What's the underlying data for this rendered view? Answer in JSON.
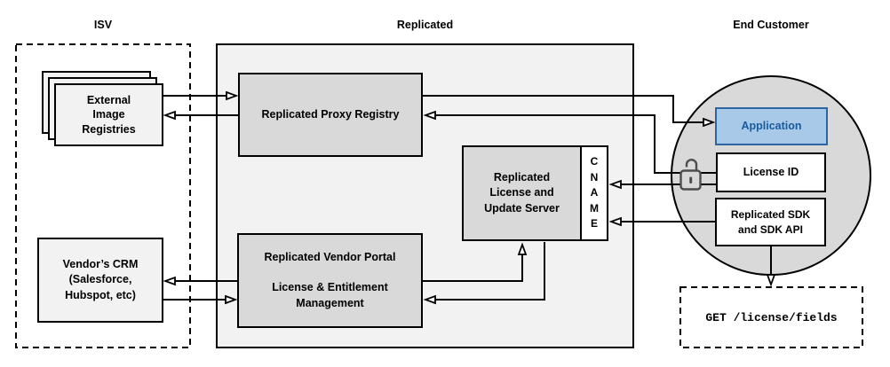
{
  "sections": {
    "isv": {
      "title": "ISV"
    },
    "replicated": {
      "title": "Replicated"
    },
    "end_customer": {
      "title": "End Customer"
    }
  },
  "nodes": {
    "external_registries": {
      "label": "External\nImage\nRegistries"
    },
    "vendors_crm": {
      "label": "Vendor’s CRM\n(Salesforce,\nHubspot, etc)"
    },
    "proxy_registry": {
      "label": "Replicated Proxy Registry"
    },
    "license_update_server": {
      "label": "Replicated\nLicense and\nUpdate Server"
    },
    "cname": {
      "label": "C\nN\nA\nM\nE"
    },
    "vendor_portal": {
      "title": "Replicated Vendor Portal",
      "subtitle": "License & Entitlement\nManagement"
    },
    "application": {
      "label": "Application"
    },
    "license_id": {
      "label": "License ID"
    },
    "replicated_sdk": {
      "label": "Replicated SDK\nand SDK API"
    },
    "get_license_fields": {
      "label": "GET /license/fields"
    }
  },
  "icons": {
    "lock": "open-padlock"
  },
  "colors": {
    "accent_fill": "#a9c9e9",
    "accent_border": "#2b66a3",
    "accent_text": "#185c9e",
    "panel_fill": "#f2f2f2",
    "node_fill": "#d9d9d9",
    "white_fill": "#ffffff",
    "line_color": "#000000",
    "lock_color": "#4d4d4d"
  }
}
